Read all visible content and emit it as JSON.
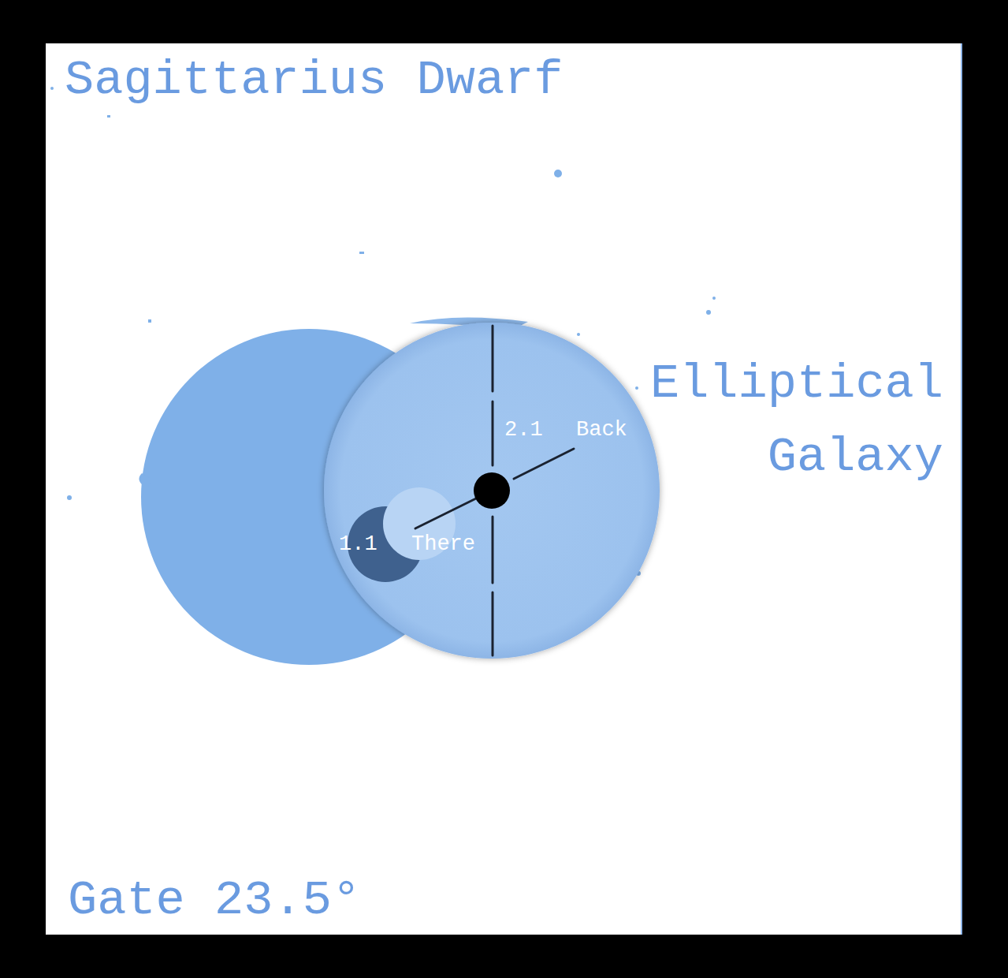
{
  "diagram": {
    "labels": [
      "Sagittarius Dwarf",
      "Elliptical Galaxy",
      "2.1",
      "Back",
      "1.1",
      "There",
      "Gate 23.5°"
    ]
  }
}
